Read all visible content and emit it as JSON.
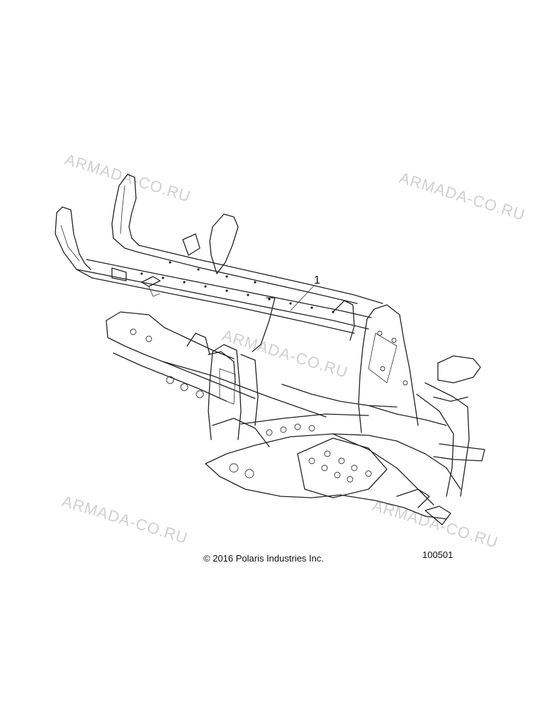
{
  "watermark": "ARMADA-CO.RU",
  "callout": {
    "number": "1"
  },
  "copyright": "© 2016 Polaris Industries Inc.",
  "figure_number": "100501"
}
